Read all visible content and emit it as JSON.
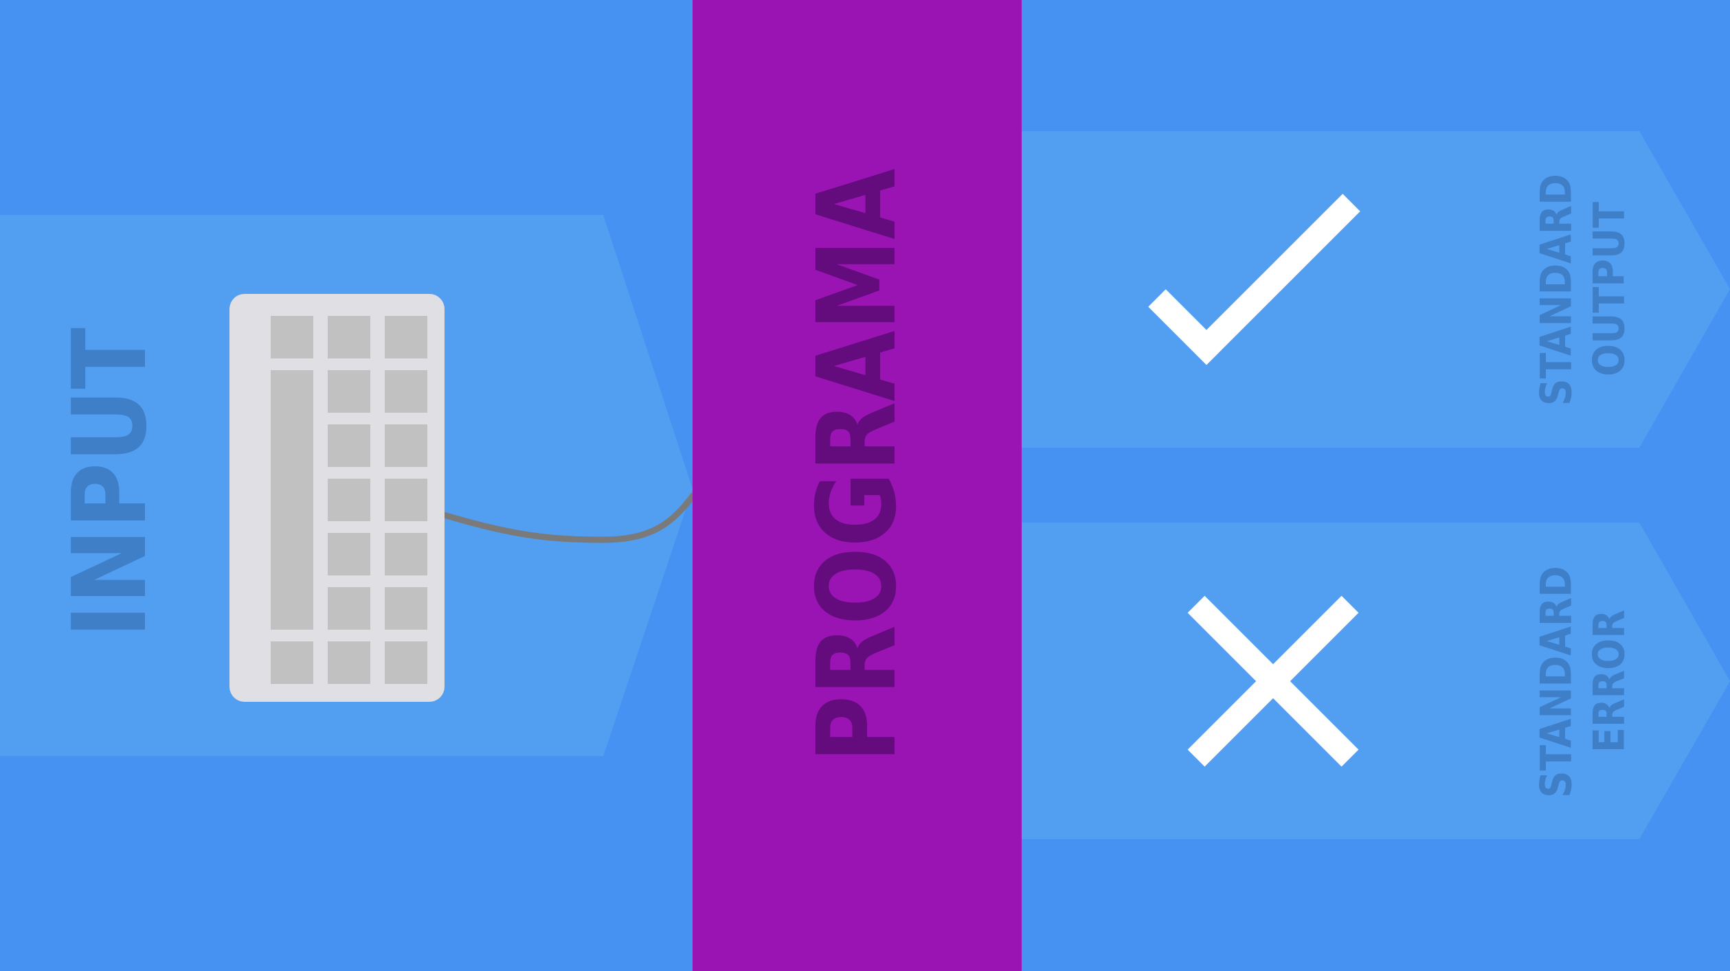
{
  "colors": {
    "background": "#4592f3",
    "arrow_fill": "#529ff2",
    "program_band": "#9a14b4",
    "program_text": "#640c7e",
    "label_text": "#3f7fc8",
    "keyboard_body": "#e0dfe3",
    "keyboard_keys": "#c1c1c1",
    "cable": "#7a7a7a",
    "symbol": "#ffffff"
  },
  "input": {
    "label": "INPUT",
    "device_icon": "keyboard-icon"
  },
  "program": {
    "label": "PROGRAMA"
  },
  "outputs": [
    {
      "line1": "STANDARD",
      "line2": "OUTPUT",
      "symbol_icon": "checkmark-icon"
    },
    {
      "line1": "STANDARD",
      "line2": "ERROR",
      "symbol_icon": "cross-icon"
    }
  ]
}
